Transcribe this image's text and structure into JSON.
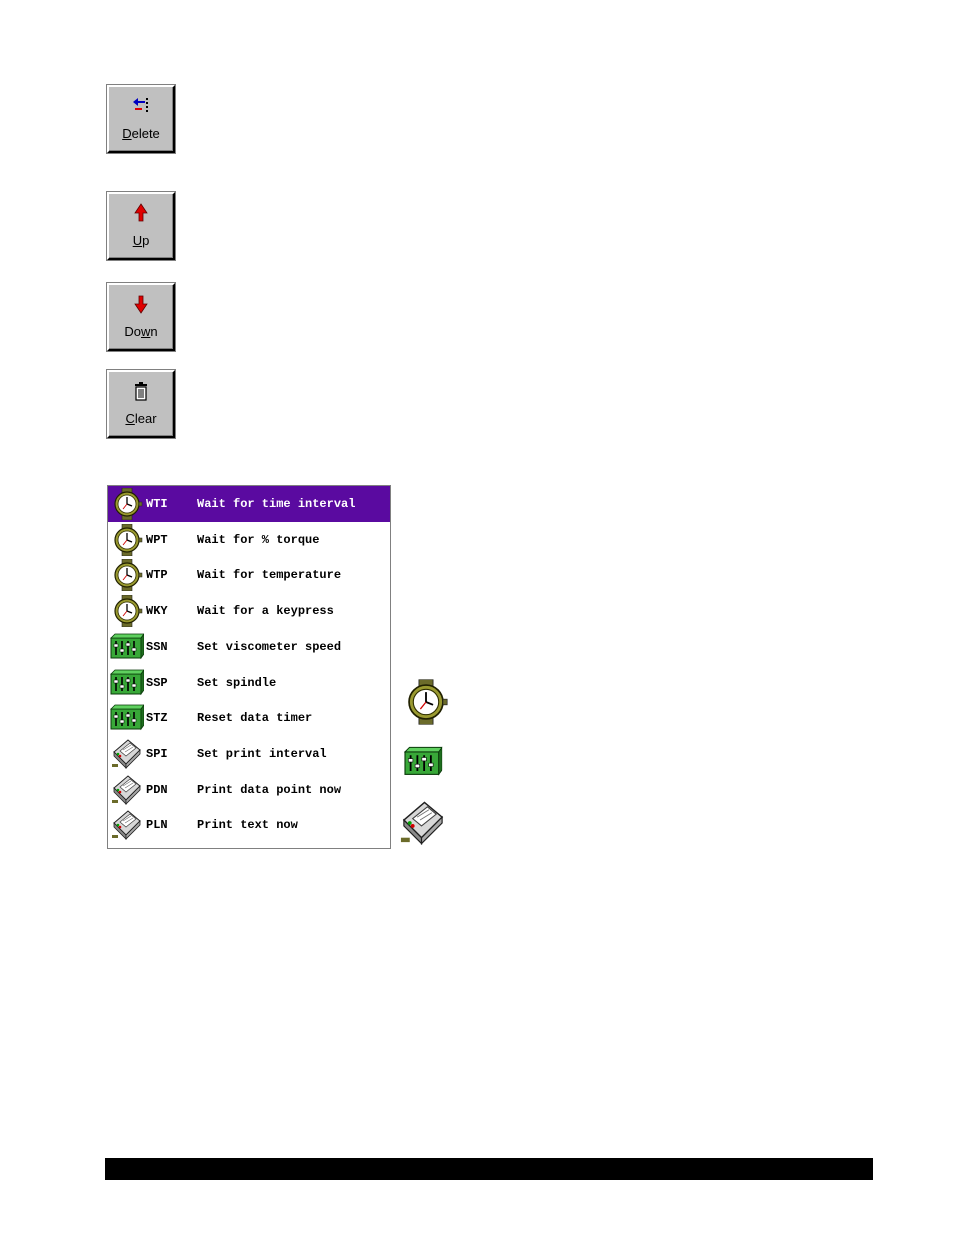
{
  "toolbar": {
    "delete": {
      "prefix": "",
      "accel": "D",
      "suffix": "elete"
    },
    "up": {
      "prefix": "",
      "accel": "U",
      "suffix": "p"
    },
    "down": {
      "prefix": "Do",
      "accel": "w",
      "suffix": "n"
    },
    "clear": {
      "prefix": "",
      "accel": "C",
      "suffix": "lear"
    }
  },
  "commands": [
    {
      "code": "WTI",
      "desc": "Wait for time interval",
      "icon": "watch-icon",
      "selected": true
    },
    {
      "code": "WPT",
      "desc": "Wait for % torque",
      "icon": "watch-icon",
      "selected": false
    },
    {
      "code": "WTP",
      "desc": "Wait for temperature",
      "icon": "watch-icon",
      "selected": false
    },
    {
      "code": "WKY",
      "desc": "Wait for a keypress",
      "icon": "watch-icon",
      "selected": false
    },
    {
      "code": "SSN",
      "desc": "Set viscometer speed",
      "icon": "control-panel-icon",
      "selected": false
    },
    {
      "code": "SSP",
      "desc": "Set spindle",
      "icon": "control-panel-icon",
      "selected": false
    },
    {
      "code": "STZ",
      "desc": "Reset data timer",
      "icon": "control-panel-icon",
      "selected": false
    },
    {
      "code": "SPI",
      "desc": "Set print interval",
      "icon": "printer-icon",
      "selected": false
    },
    {
      "code": "PDN",
      "desc": "Print data point now",
      "icon": "printer-icon",
      "selected": false
    },
    {
      "code": "PLN",
      "desc": "Print text now",
      "icon": "printer-icon",
      "selected": false
    }
  ],
  "legend_icons": [
    "watch-icon",
    "control-panel-icon",
    "printer-icon"
  ],
  "colors": {
    "selection": "#5a0aa0",
    "button_face": "#c0c0c0",
    "arrow_red": "#e00000"
  }
}
